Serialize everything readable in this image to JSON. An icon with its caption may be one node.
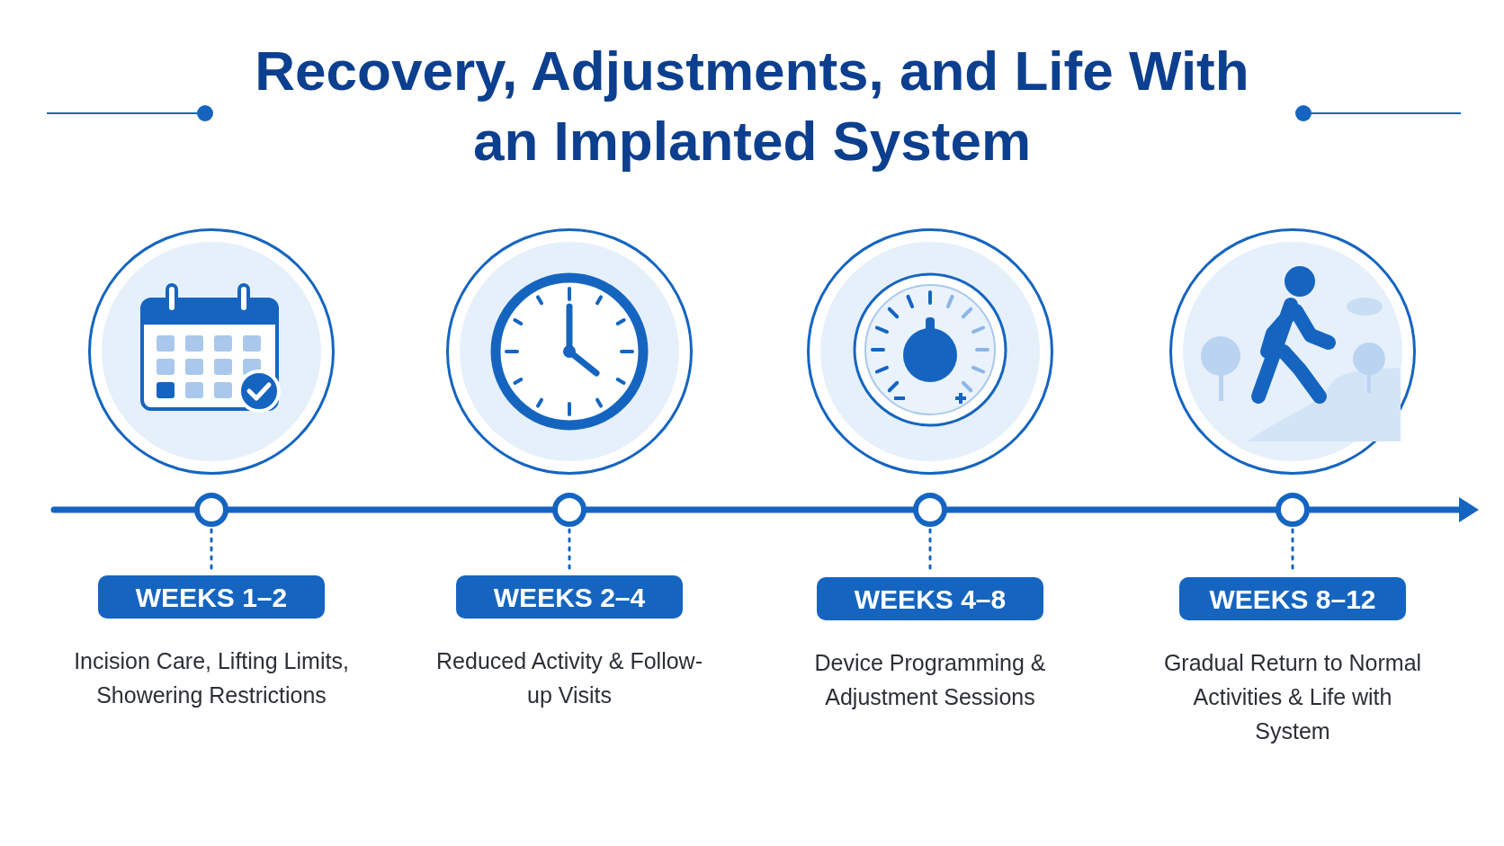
{
  "diagram": {
    "title": "Recovery, Adjustments, and Life With an Implanted System",
    "nodes": [
      {
        "text": [],
        "shape": "circle"
      },
      {
        "text": [
          "WEEKS 1–2"
        ],
        "beside": [
          "Incision Care, Lifting Limits, Showering Restrictions"
        ]
      },
      {
        "text": [],
        "shape": "circle"
      },
      {
        "text": [
          "WEEKS 2–4"
        ],
        "beside": [
          "Reduced Activity & Follow-up Visits"
        ]
      },
      {
        "text": [],
        "shape": "circle"
      },
      {
        "text": [
          "WEEKS 4–8"
        ],
        "beside": [
          "Device Programming & Adjustment Sessions"
        ]
      },
      {
        "text": [],
        "shape": "circle"
      },
      {
        "text": [
          "WEEKS 8–12"
        ],
        "beside": [
          "Gradual Return to Normal Activities & Life with System"
        ]
      }
    ],
    "edges": [
      {
        "from": 0,
        "to": 1,
        "arrow": "none",
        "style": "dashed"
      },
      {
        "from": 2,
        "to": 3,
        "arrow": "none",
        "style": "dashed"
      },
      {
        "from": 4,
        "to": 5,
        "arrow": "none",
        "style": "dashed"
      },
      {
        "from": 6,
        "to": 7,
        "arrow": "none",
        "style": "dashed"
      }
    ]
  }
}
